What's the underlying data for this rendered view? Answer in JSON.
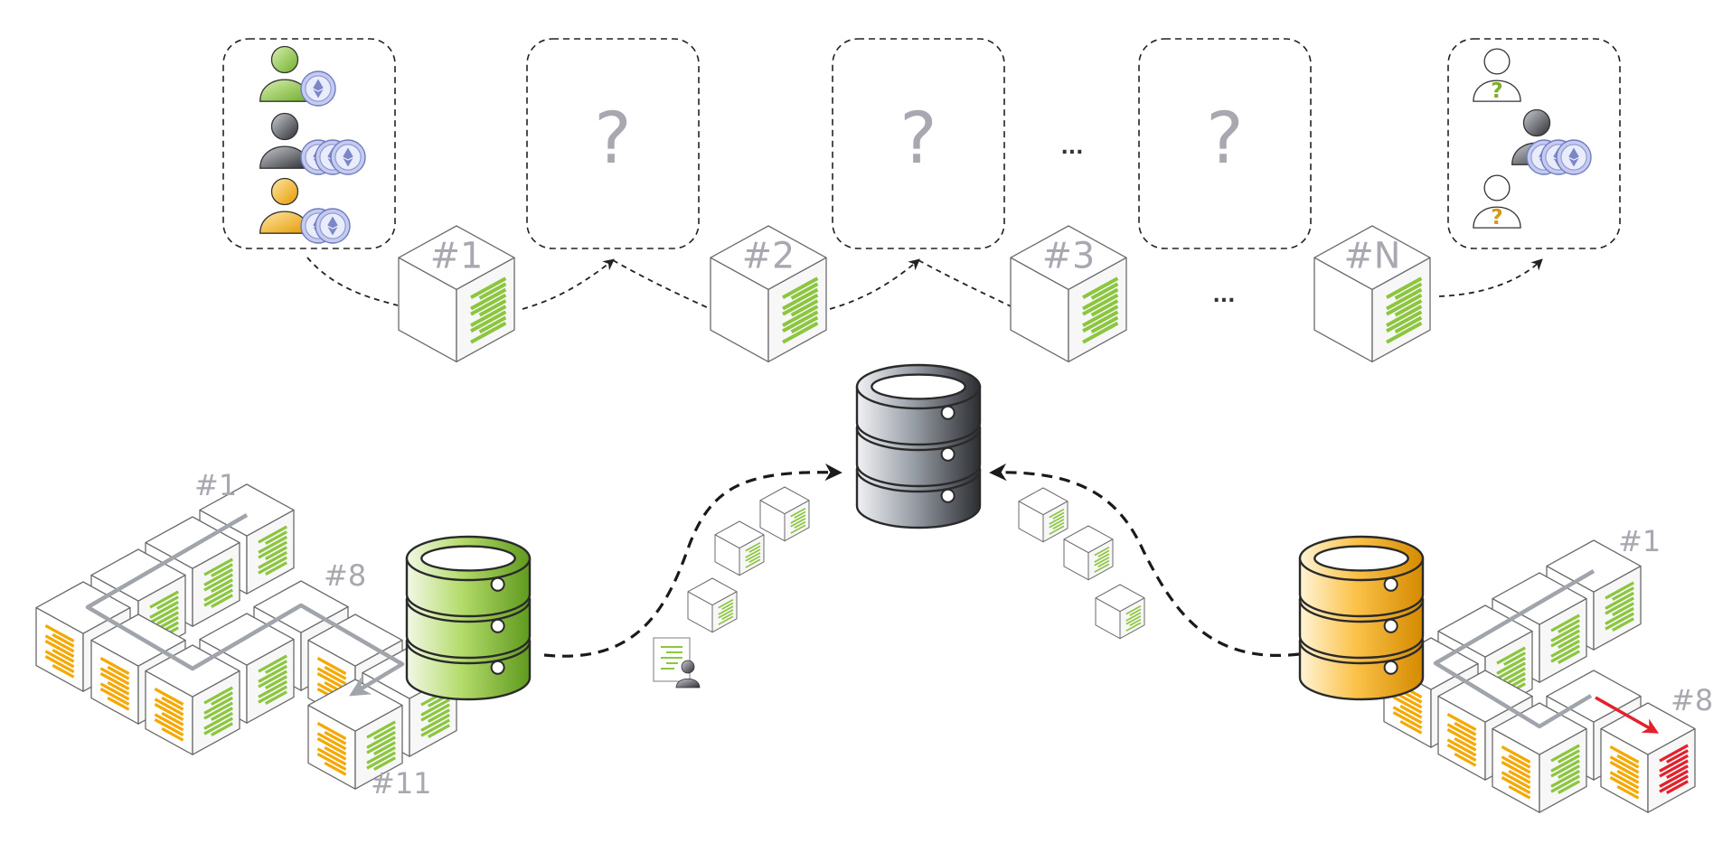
{
  "colors": {
    "green": "#8cc63f",
    "orange": "#f5a800",
    "dark": "#3c3f44",
    "grey_text": "#a7a8b0",
    "red": "#e3202b",
    "coin": "#9ba8de"
  },
  "chain": {
    "blocks": [
      "#1",
      "#2",
      "#3",
      "#N"
    ],
    "unknown_mark": "?",
    "ellipsis": "..."
  },
  "left_cluster": {
    "labels": [
      "#1",
      "#8",
      "#11"
    ]
  },
  "right_cluster": {
    "labels": [
      "#1",
      "#8"
    ]
  },
  "icons": [
    "user-icon",
    "ether-coin-icon",
    "database-icon",
    "block-cube-icon",
    "document-user-icon"
  ]
}
